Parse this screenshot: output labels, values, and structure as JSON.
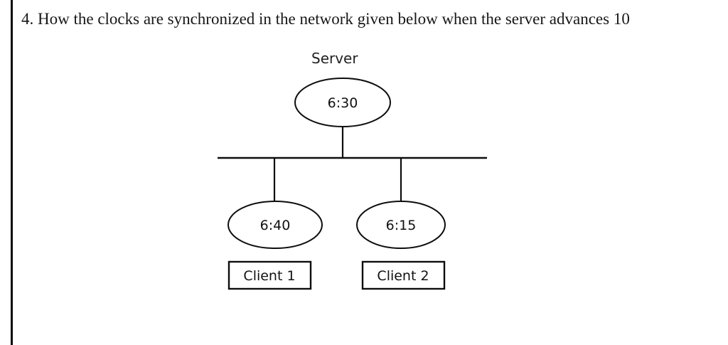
{
  "page": {
    "question_number": "4.",
    "question_text": "4. How the clocks are synchronized in the network given below when the server advances 10"
  },
  "diagram": {
    "server": {
      "caption": "Server",
      "clock": "6:30"
    },
    "clients": [
      {
        "clock": "6:40",
        "label": "Client 1"
      },
      {
        "clock": "6:15",
        "label": "Client 2"
      }
    ]
  },
  "colors": {
    "ink": "#0d0d0d",
    "text": "#171717",
    "page": "#ffffff"
  }
}
